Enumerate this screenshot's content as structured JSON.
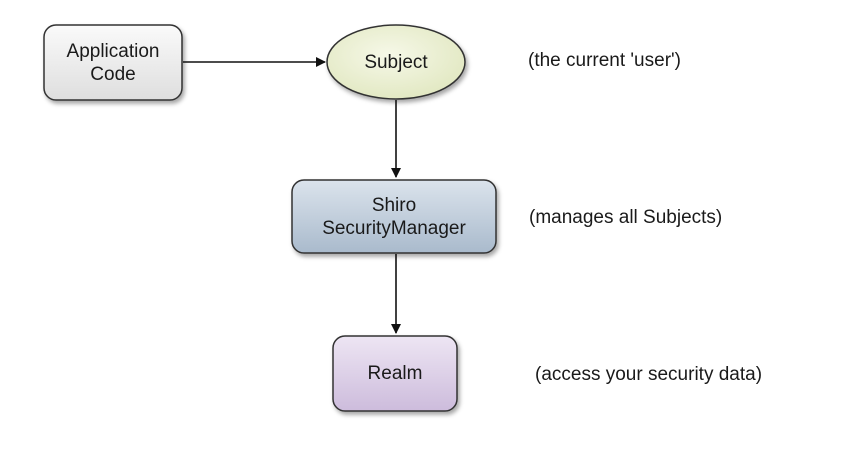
{
  "nodes": {
    "application_code": {
      "line1": "Application",
      "line2": "Code"
    },
    "subject": {
      "label": "Subject"
    },
    "security_manager": {
      "line1": "Shiro",
      "line2": "SecurityManager"
    },
    "realm": {
      "label": "Realm"
    }
  },
  "annotations": {
    "subject": "(the current 'user')",
    "security_manager": "(manages all Subjects)",
    "realm": "(access your security data)"
  },
  "colors": {
    "application_code_fill": "#ececec",
    "subject_fill": "#e9eecf",
    "security_manager_fill": "#b9c8d8",
    "realm_fill": "#dccfe6",
    "stroke": "#333333",
    "arrow": "#111111"
  }
}
